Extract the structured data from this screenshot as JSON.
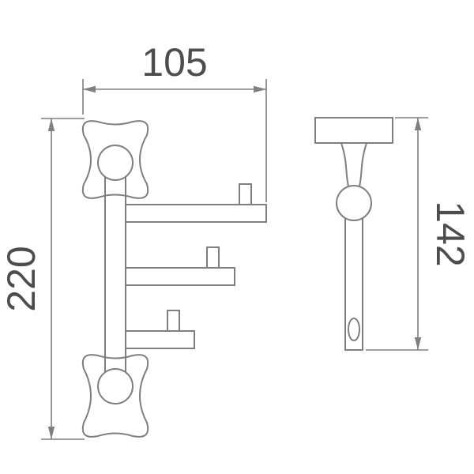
{
  "dimensions": {
    "width": "105",
    "height": "220",
    "side_height": "142"
  },
  "colors": {
    "line": "#7f7f7f",
    "dim_text": "#4d4d4d",
    "background": "#ffffff"
  }
}
